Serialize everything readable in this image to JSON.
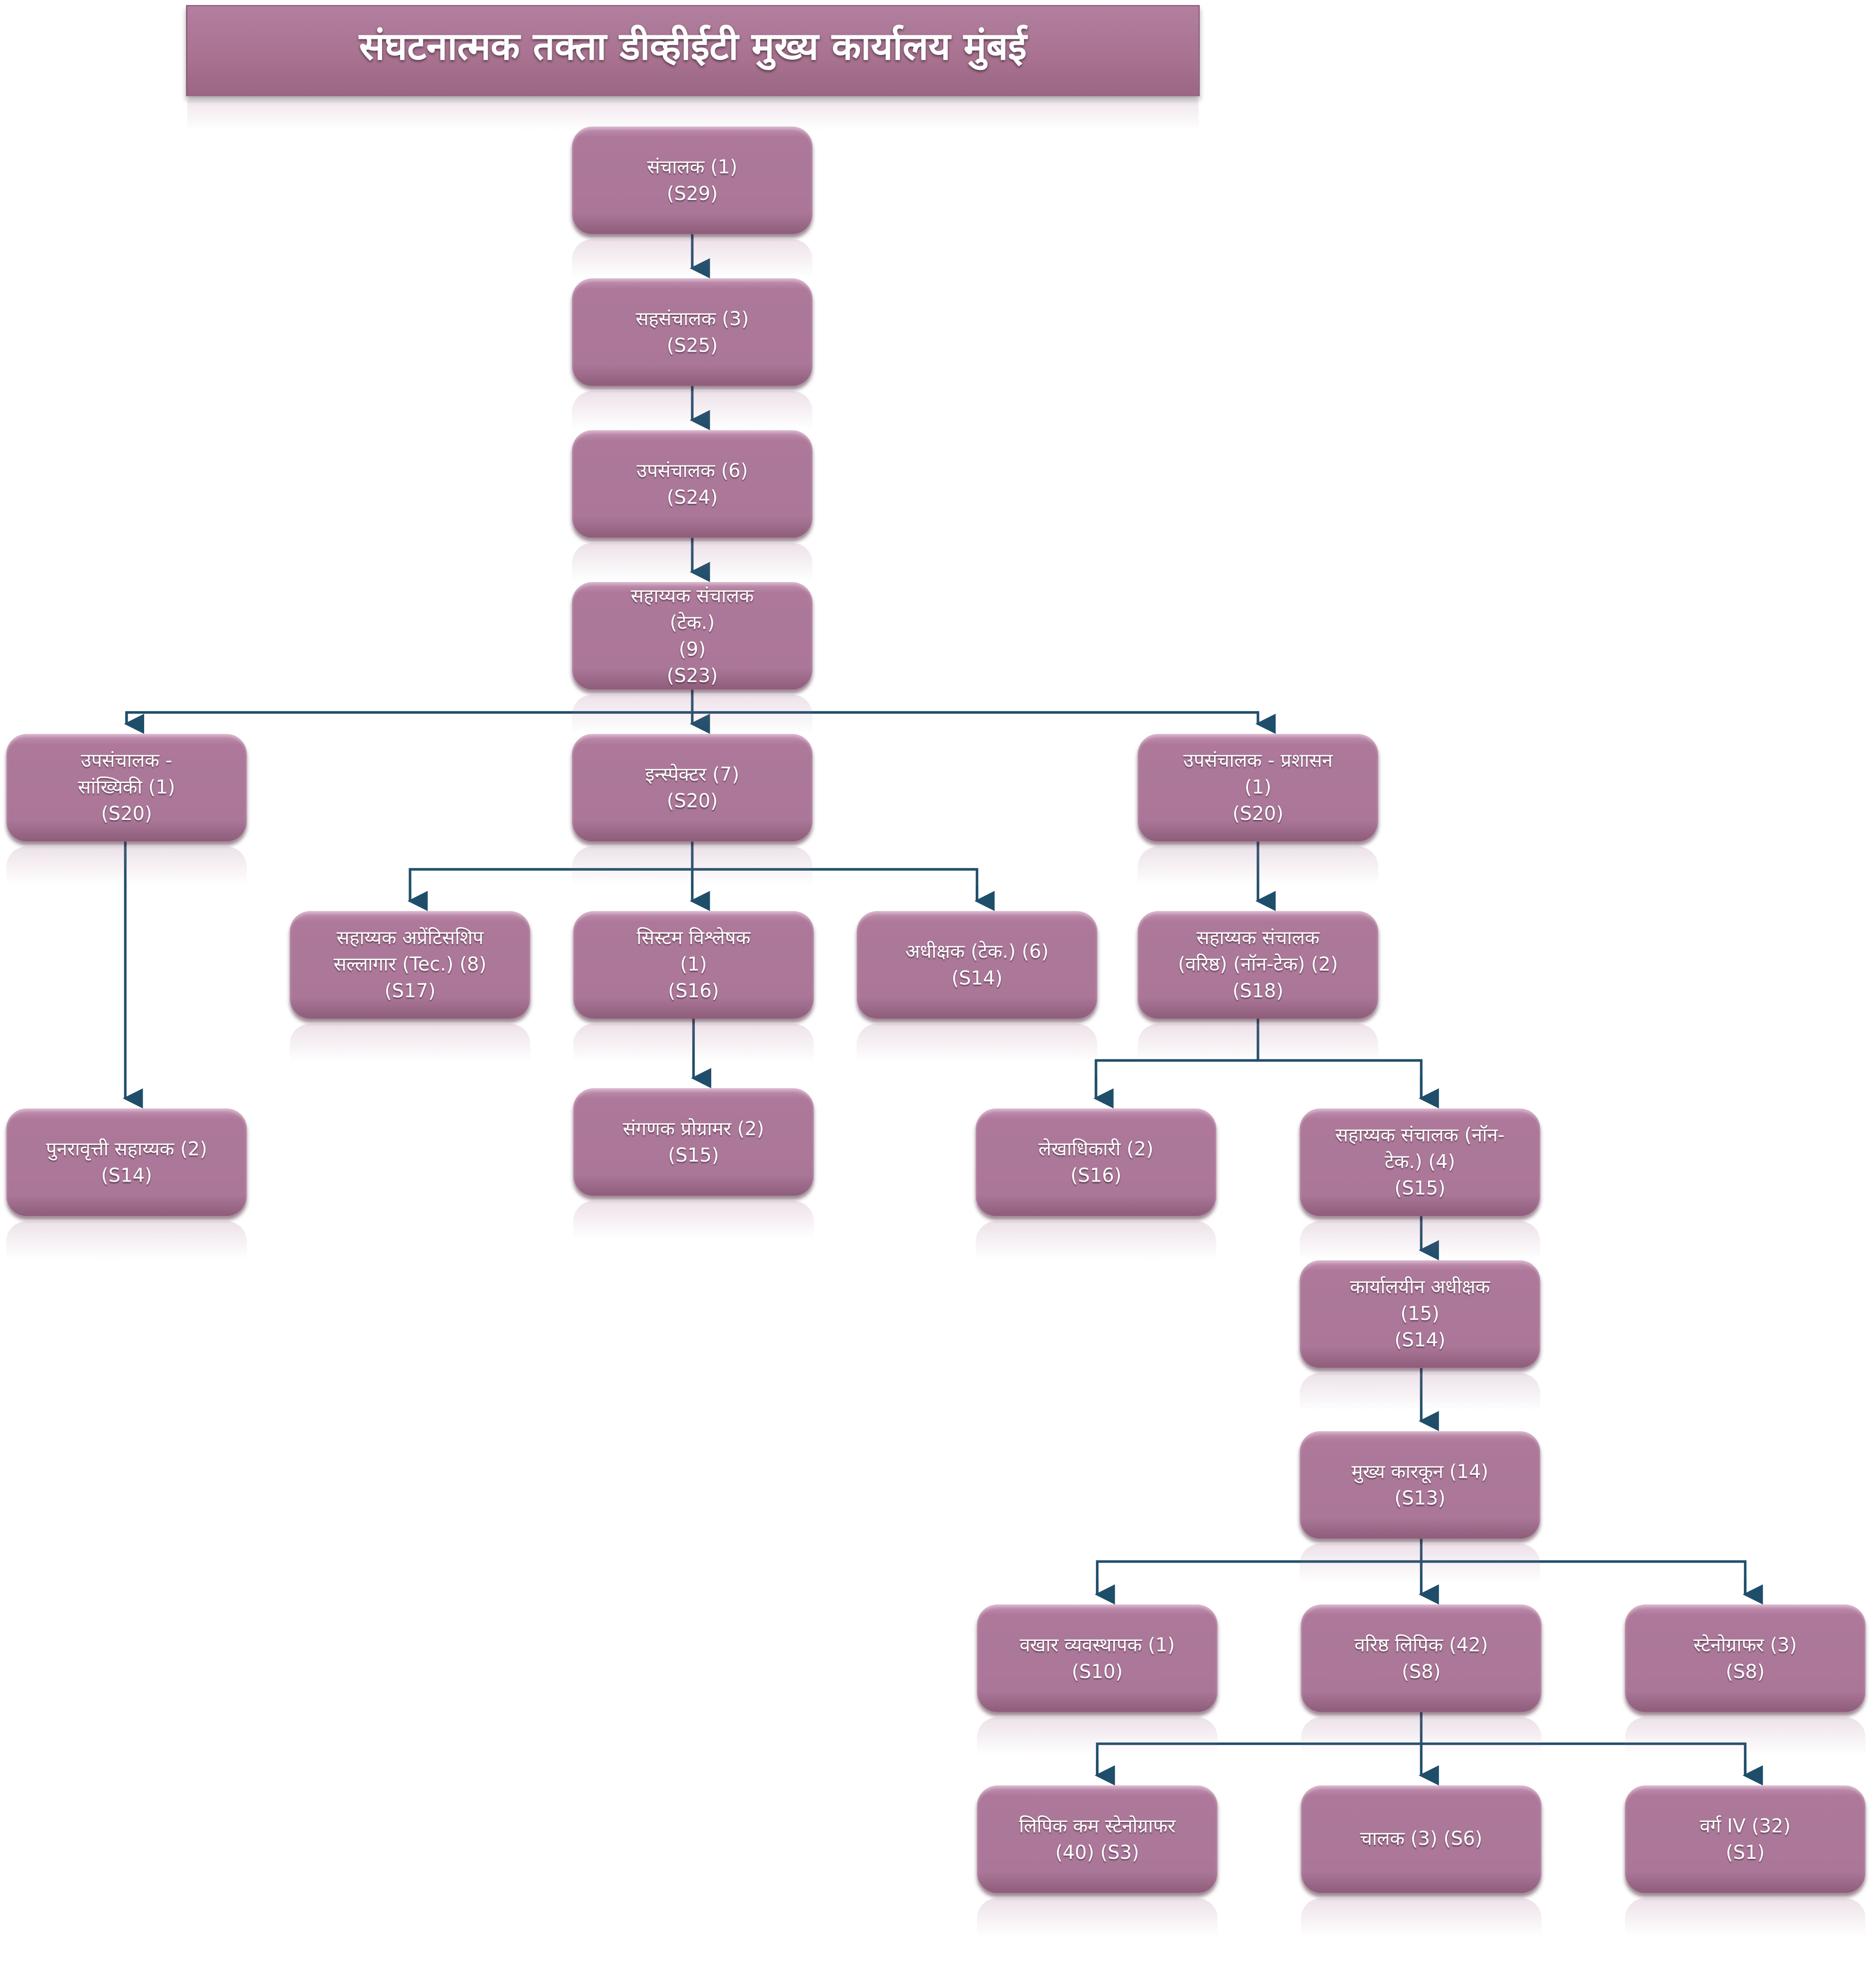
{
  "title": "संघटनात्मक तक्ता डीव्हीईटी मुख्य कार्यालय मुंबई",
  "colors": {
    "box": "#ab7799",
    "connector": "#1f4e6b"
  },
  "nodes": {
    "director": [
      "संचालक (1)",
      "(S29)"
    ],
    "joint_director": [
      "सहसंचालक (3)",
      "(S25)"
    ],
    "deputy_director": [
      "उपसंचालक (6)",
      "(S24)"
    ],
    "asst_director_tech": [
      "सहाय्यक संचालक",
      "(टेक.)",
      "(9)",
      "(S23)"
    ],
    "deputy_director_stats": [
      "उपसंचालक -",
      "सांख्यिकी (1)",
      "(S20)"
    ],
    "inspector": [
      "इन्स्पेक्टर (7)",
      "(S20)"
    ],
    "deputy_director_admin": [
      "उपसंचालक - प्रशासन",
      "(1)",
      "(S20)"
    ],
    "asst_apprenticeship_advisor": [
      "सहाय्यक अप्रेंटिसशिप",
      "सल्लागार (Tec.) (8)",
      "(S17)"
    ],
    "system_analyst": [
      "सिस्टम विश्लेषक",
      "(1)",
      "(S16)"
    ],
    "superintendent_tech": [
      "अधीक्षक (टेक.) (6)",
      "(S14)"
    ],
    "asst_director_senior_nontech": [
      "सहाय्यक संचालक",
      "(वरिष्ठ) (नॉन-टेक) (2)",
      "(S18)"
    ],
    "refresher_assistant": [
      "पुनरावृत्ती सहाय्यक (2)",
      "(S14)"
    ],
    "computer_programmer": [
      "संगणक प्रोग्रामर (2)",
      "(S15)"
    ],
    "accounts_officer": [
      "लेखाधिकारी (2)",
      "(S16)"
    ],
    "asst_director_nontech": [
      "सहाय्यक संचालक (नॉन-",
      "टेक.) (4)",
      "(S15)"
    ],
    "office_superintendent": [
      "कार्यालयीन अधीक्षक",
      "(15)",
      "(S14)"
    ],
    "head_clerk": [
      "मुख्य कारकून  (14)",
      "(S13)"
    ],
    "store_manager": [
      "वखार व्यवस्थापक (1)",
      "(S10)"
    ],
    "senior_clerk": [
      "वरिष्ठ लिपिक (42)",
      "(S8)"
    ],
    "stenographer": [
      "स्टेनोग्राफर (3)",
      "(S8)"
    ],
    "clerk_typist": [
      "लिपिक कम स्टेनोग्राफर",
      "(40) (S3)"
    ],
    "driver": [
      "चालक (3) (S6)"
    ],
    "class_iv": [
      "वर्ग IV (32)",
      "(S1)"
    ]
  }
}
